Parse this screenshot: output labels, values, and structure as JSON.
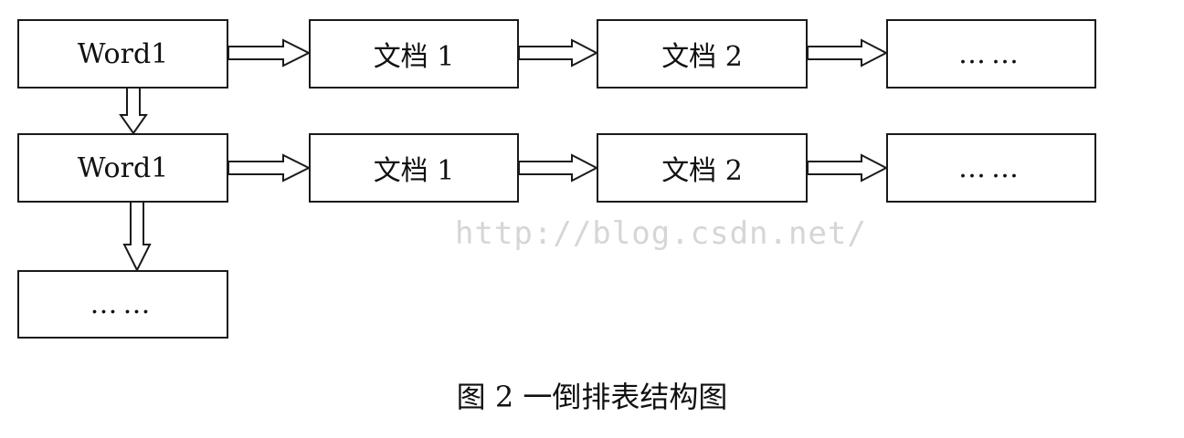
{
  "diagram": {
    "row1": {
      "head": "Word1",
      "doc1": "文档 1",
      "doc2": "文档 2",
      "more": "……"
    },
    "row2": {
      "head": "Word1",
      "doc1": "文档 1",
      "doc2": "文档 2",
      "more": "……"
    },
    "row3": {
      "head": "……"
    }
  },
  "watermark": "http://blog.csdn.net/",
  "caption": "图 2 一倒排表结构图"
}
